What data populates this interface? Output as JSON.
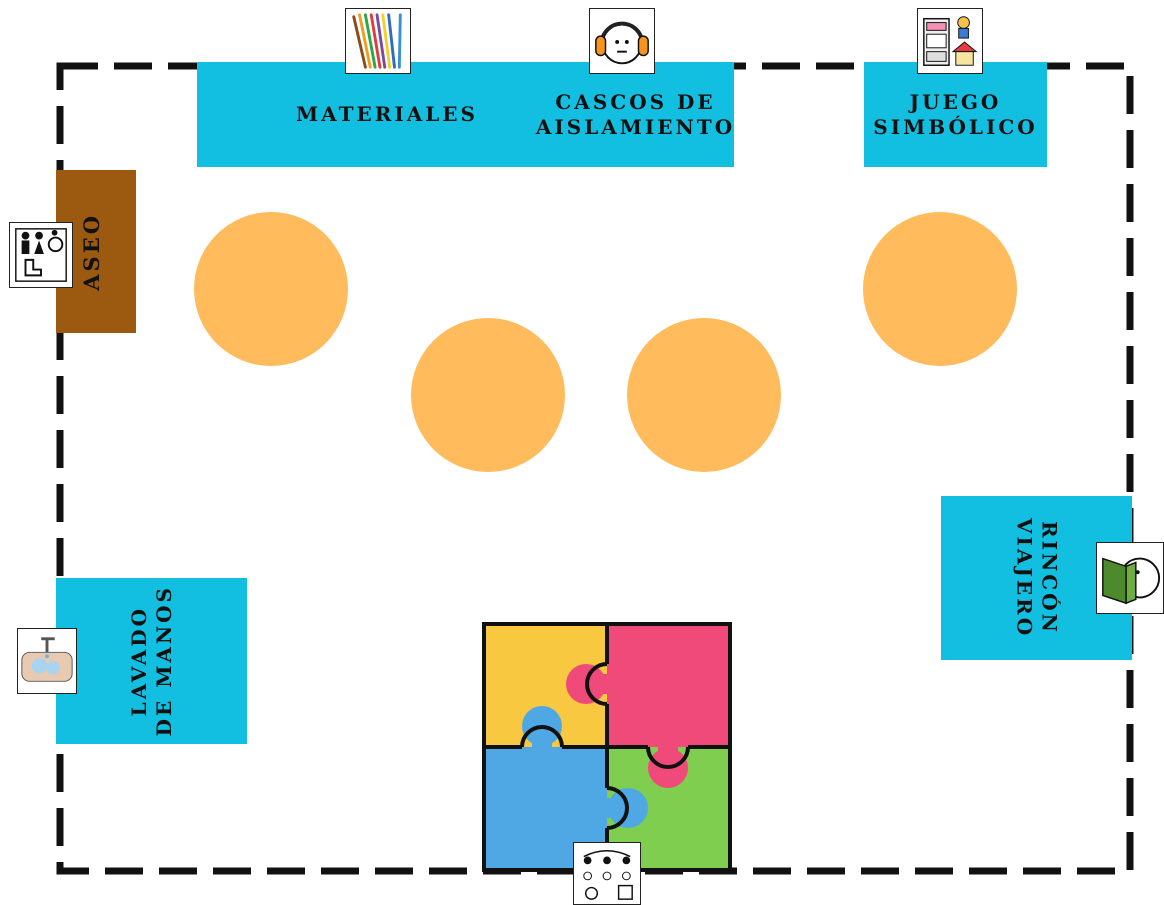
{
  "colors": {
    "zone": "#13bfe0",
    "aseo": "#9b5a0f",
    "table": "#ffbb5c",
    "border": "#111111",
    "puzzle_yellow": "#f8c940",
    "puzzle_pink": "#ef4a7a",
    "puzzle_blue": "#4fa8e3",
    "puzzle_green": "#7fce4f"
  },
  "zones": {
    "materiales": {
      "label": "MATERIALES",
      "icon": "colored-pencils-icon"
    },
    "cascos": {
      "label": "CASCOS DE\nAISLAMIENTO",
      "icon": "headphones-icon"
    },
    "juego": {
      "label": "JUEGO\nSIMBÓLICO",
      "icon": "play-kitchen-icon"
    },
    "aseo": {
      "label": "ASEO",
      "icon": "restroom-icon"
    },
    "lavado": {
      "label": "LAVADO\nDE MANOS",
      "icon": "handwashing-icon"
    },
    "rincon": {
      "label": "RINCÓN\nVIAJERO",
      "icon": "reading-book-icon"
    },
    "puzzle": {
      "icon": "group-assembly-icon"
    }
  }
}
